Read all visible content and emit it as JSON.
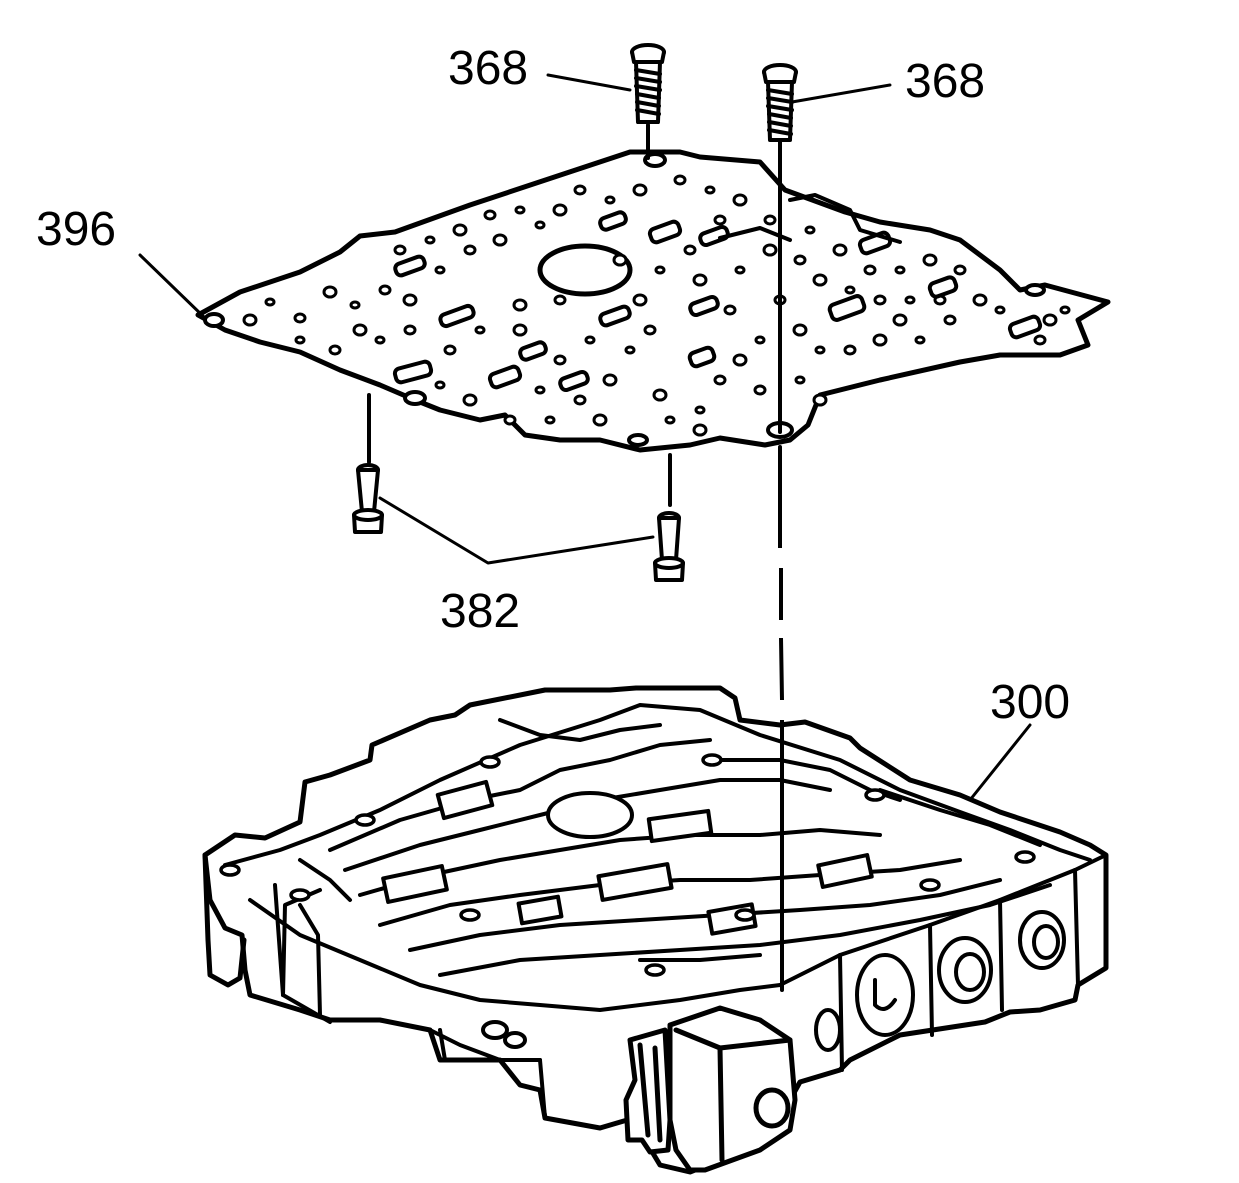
{
  "callouts": {
    "bolt_left": "368",
    "bolt_right": "368",
    "spacer_plate": "396",
    "filters": "382",
    "valve_body": "300"
  },
  "colors": {
    "line": "#000000",
    "background": "#ffffff"
  }
}
